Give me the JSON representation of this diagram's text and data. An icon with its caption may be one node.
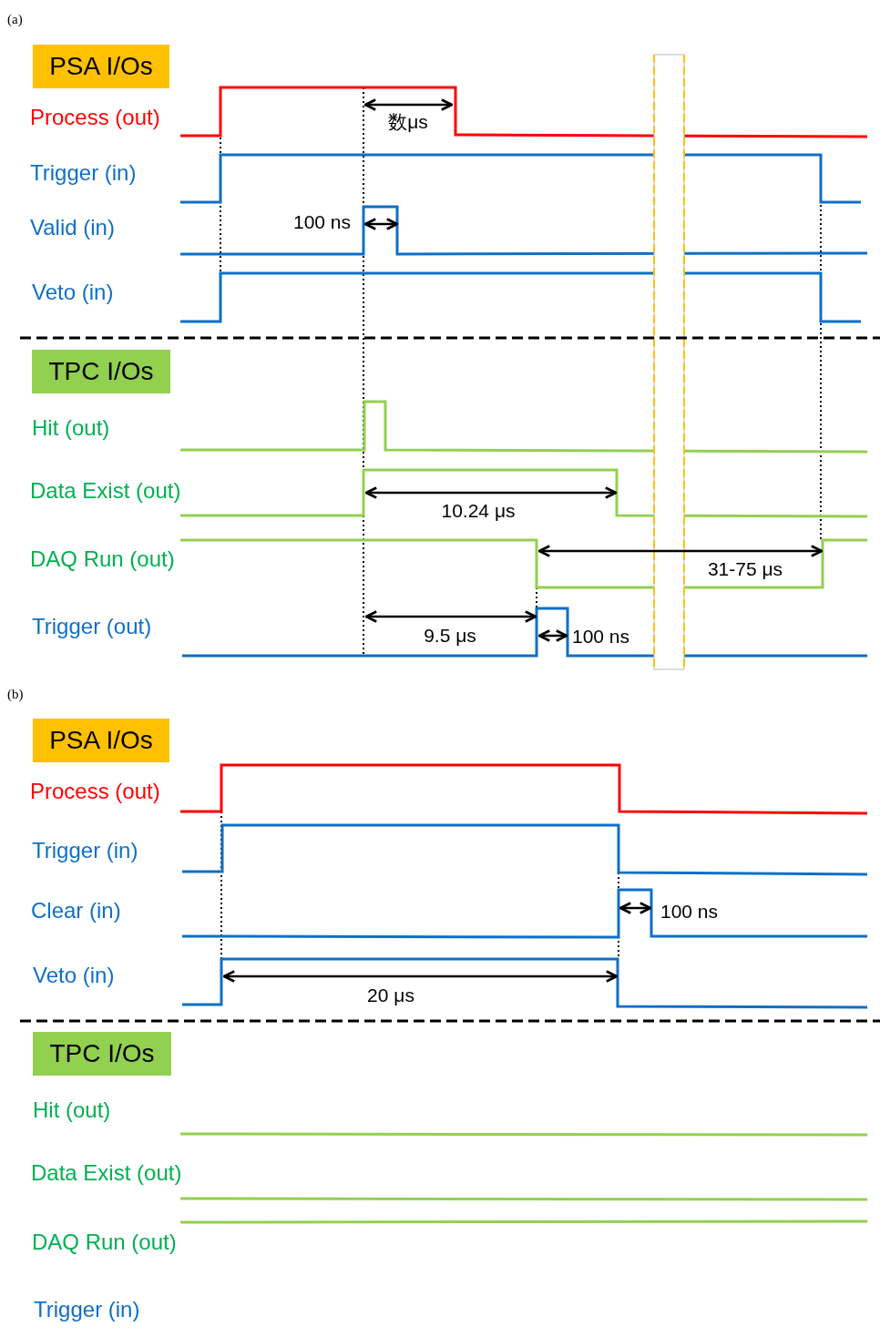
{
  "diagram": {
    "nodes": [
      {
        "text": [
          "PSA I/Os"
        ]
      },
      {
        "text": [
          "TPC I/Os"
        ]
      },
      {
        "text": [
          "PSA I/Os"
        ]
      },
      {
        "text": [
          "TPC I/Os"
        ]
      }
    ],
    "labels": [
      "(a)",
      "Process (out)",
      "数μs",
      "Trigger (in)",
      "Valid (in)",
      "100 ns",
      "Veto (in)",
      "Hit (out)",
      "Data Exist (out)",
      "10.24 μs",
      "DAQ Run (out)",
      "31-75 μs",
      "Trigger (out)",
      "9.5 μs",
      "100 ns",
      "(b)",
      "Process (out)",
      "Trigger (in)",
      "Clear (in)",
      "100 ns",
      "Veto (in)",
      "20 μs",
      "Hit (out)",
      "Data Exist (out)",
      "DAQ Run (out)",
      "Trigger (in)"
    ]
  }
}
